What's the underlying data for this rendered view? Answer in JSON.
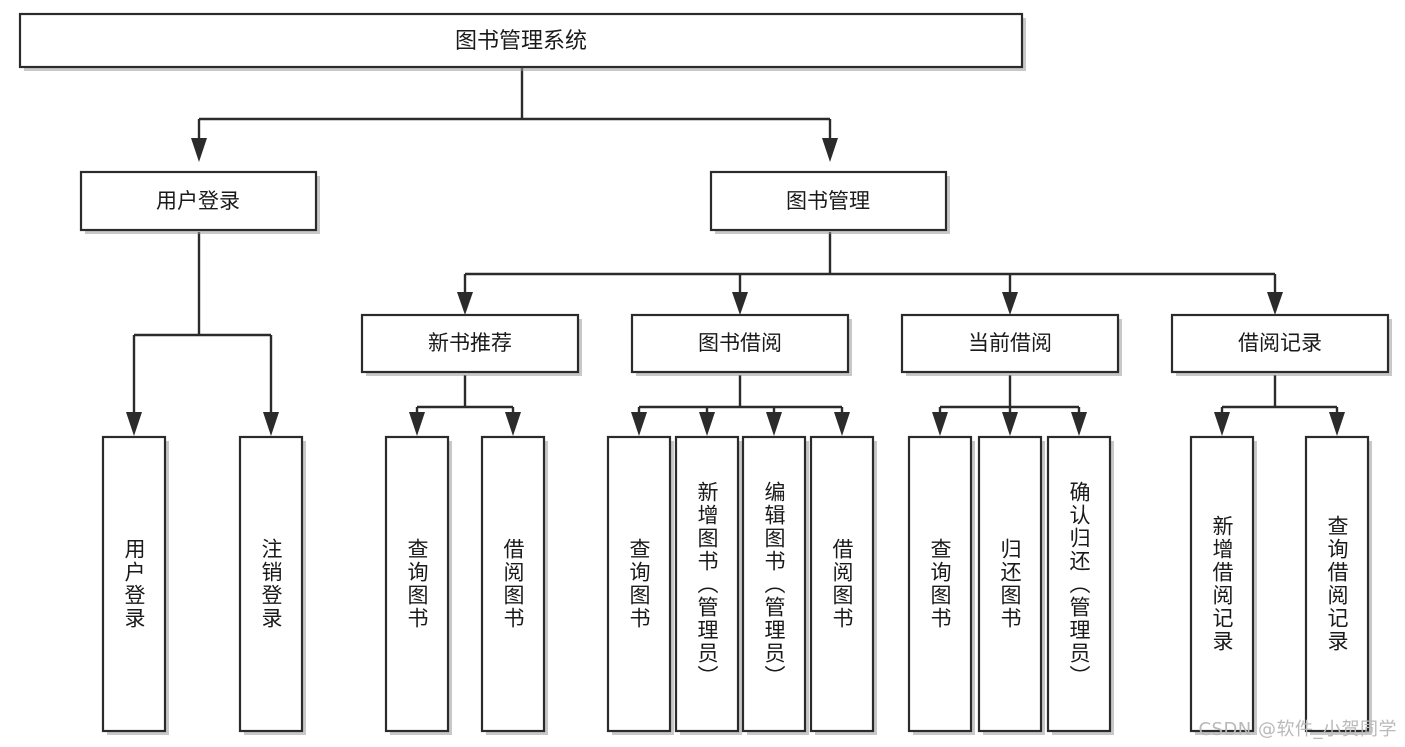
{
  "diagram": {
    "title": "图书管理系统",
    "watermark": "CSDN @软件_小贺同学",
    "colors": {
      "box_stroke": "#2b2b2b",
      "box_fill": "#ffffff",
      "connector": "#2b2b2b",
      "text": "#1a1a1a",
      "watermark": "#b9b9b9",
      "background": "#ffffff"
    },
    "root": {
      "label": "图书管理系统"
    },
    "level1": [
      {
        "id": "user-login",
        "label": "用户登录"
      },
      {
        "id": "book-management",
        "label": "图书管理"
      }
    ],
    "level2": [
      {
        "id": "new-book-recommend",
        "label": "新书推荐",
        "parent": "book-management"
      },
      {
        "id": "book-borrow",
        "label": "图书借阅",
        "parent": "book-management"
      },
      {
        "id": "current-borrow",
        "label": "当前借阅",
        "parent": "book-management"
      },
      {
        "id": "borrow-record",
        "label": "借阅记录",
        "parent": "book-management"
      }
    ],
    "leaves": [
      {
        "id": "leaf-user-login",
        "label": "用户登录",
        "parent": "user-login"
      },
      {
        "id": "leaf-logout",
        "label": "注销登录",
        "parent": "user-login"
      },
      {
        "id": "leaf-query-book-1",
        "label": "查询图书",
        "parent": "new-book-recommend"
      },
      {
        "id": "leaf-borrow-book-1",
        "label": "借阅图书",
        "parent": "new-book-recommend"
      },
      {
        "id": "leaf-query-book-2",
        "label": "查询图书",
        "parent": "book-borrow"
      },
      {
        "id": "leaf-add-book",
        "label": "新增图书（管理员）",
        "parent": "book-borrow"
      },
      {
        "id": "leaf-edit-book",
        "label": "编辑图书（管理员）",
        "parent": "book-borrow"
      },
      {
        "id": "leaf-borrow-book-2",
        "label": "借阅图书",
        "parent": "book-borrow"
      },
      {
        "id": "leaf-query-book-3",
        "label": "查询图书",
        "parent": "current-borrow"
      },
      {
        "id": "leaf-return-book",
        "label": "归还图书",
        "parent": "current-borrow"
      },
      {
        "id": "leaf-confirm-return",
        "label": "确认归还（管理员）",
        "parent": "current-borrow"
      },
      {
        "id": "leaf-add-record",
        "label": "新增借阅记录",
        "parent": "borrow-record"
      },
      {
        "id": "leaf-query-record",
        "label": "查询借阅记录",
        "parent": "borrow-record"
      }
    ]
  }
}
